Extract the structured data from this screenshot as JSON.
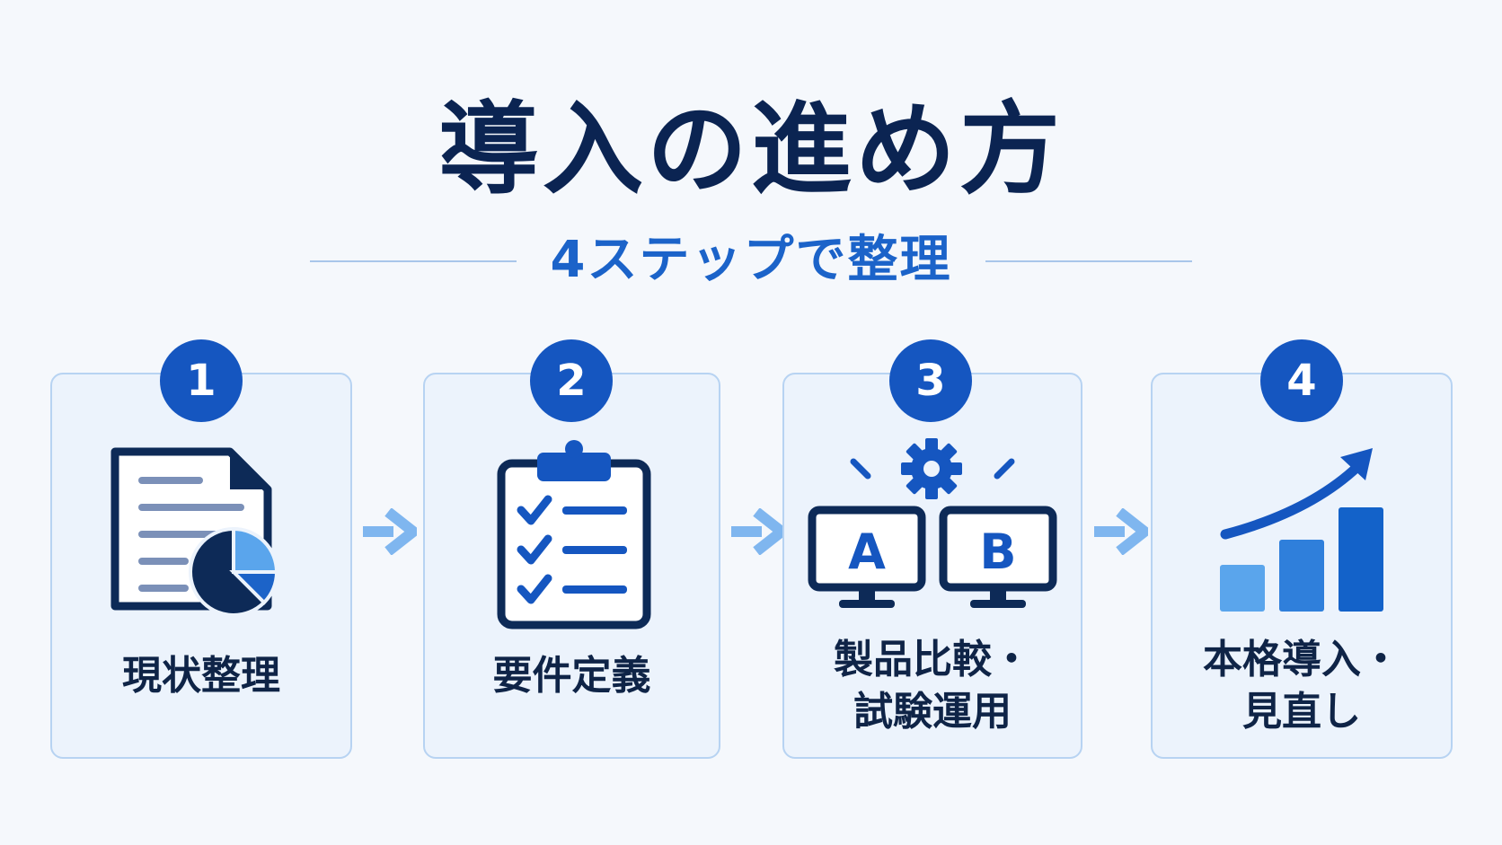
{
  "title": "導入の進め方",
  "subtitle": "4ステップで整理",
  "steps": [
    {
      "number": "1",
      "label_lines": [
        "現状整理"
      ]
    },
    {
      "number": "2",
      "label_lines": [
        "要件定義"
      ]
    },
    {
      "number": "3",
      "label_lines": [
        "製品比較・",
        "試験運用"
      ]
    },
    {
      "number": "4",
      "label_lines": [
        "本格導入・",
        "見直し"
      ]
    }
  ],
  "icons": {
    "step1": "document-pie-chart-icon",
    "step2": "clipboard-checklist-icon",
    "step3": "ab-comparison-monitors-icon",
    "step4": "growth-bar-chart-icon"
  },
  "ab_labels": {
    "a": "A",
    "b": "B"
  },
  "colors": {
    "navy": "#0b2452",
    "accent_blue": "#1b63c9",
    "badge_blue": "#1556c0",
    "light_blue": "#5aa5ec",
    "card_bg": "#ecf3fc",
    "card_border": "#b7d3f2",
    "arrow": "#7fb6ef"
  }
}
